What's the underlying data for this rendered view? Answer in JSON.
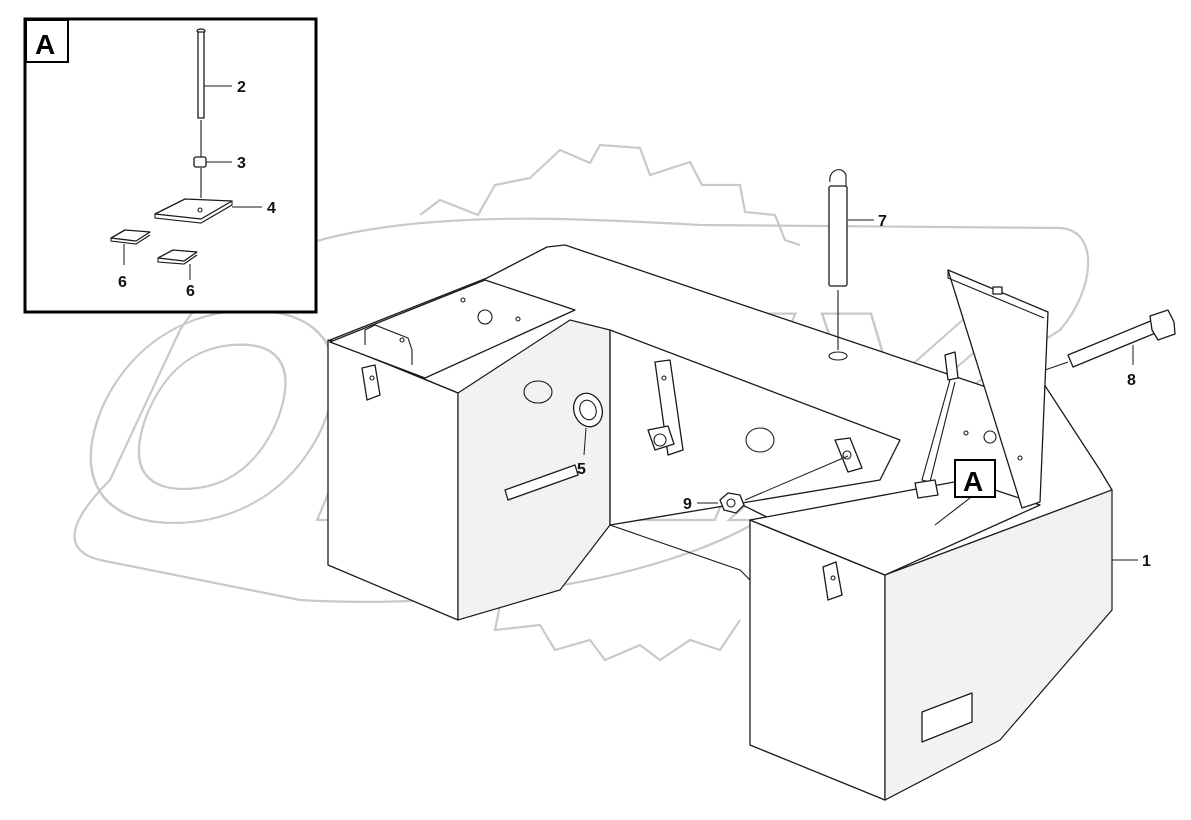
{
  "detail_view": {
    "letter": "A"
  },
  "callout_view": {
    "letter": "A"
  },
  "part_labels": {
    "p1": "1",
    "p2": "2",
    "p3": "3",
    "p4": "4",
    "p5": "5",
    "p6a": "6",
    "p6b": "6",
    "p7": "7",
    "p8": "8",
    "p9": "9"
  },
  "watermark": {
    "text": "OPEX"
  },
  "colors": {
    "line": "#1a1a1a",
    "watermark": "#c9c9c9",
    "background": "#ffffff"
  }
}
